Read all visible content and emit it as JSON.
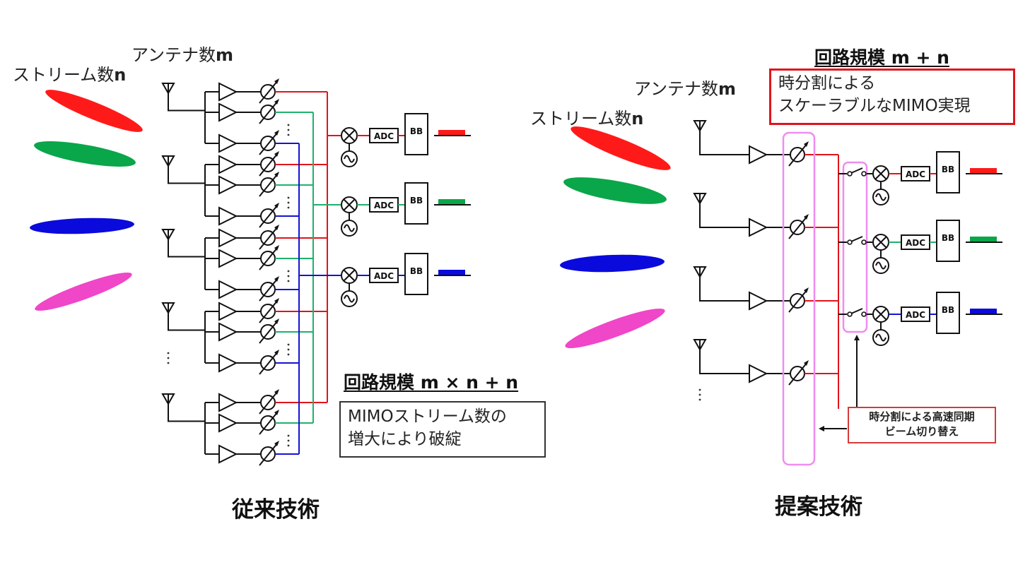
{
  "colors": {
    "stream1": "#ff1a1a",
    "stream2": "#0aa64a",
    "stream3": "#0a0adc",
    "stream4": "#f046c8",
    "wire_red": "#e0141c",
    "wire_green": "#1fb26a",
    "wire_blue": "#1414d2",
    "highlight_pink": "#f08cf0",
    "highlight_red": "#e0141c"
  },
  "conventional": {
    "antenna_label_prefix": "アンテナ数",
    "antenna_label_var": "m",
    "stream_label_prefix": "ストリーム数",
    "stream_label_var": "n",
    "scale_title": "回路規模 m × n + n",
    "note_line1": "MIMOストリーム数の",
    "note_line2": "増大により破綻",
    "caption": "従来技術",
    "adc_label": "ADC",
    "bb_label": "BB",
    "ellipsis": "⋮"
  },
  "proposed": {
    "antenna_label_prefix": "アンテナ数",
    "antenna_label_var": "m",
    "stream_label_prefix": "ストリーム数",
    "stream_label_var": "n",
    "scale_title": "回路規模 m + n",
    "highlight_line1": "時分割による",
    "highlight_line2": "スケーラブルなMIMO実現",
    "switch_note_line1": "時分割による高速同期",
    "switch_note_line2": "ビーム切り替え",
    "caption": "提案技術",
    "adc_label": "ADC",
    "bb_label": "BB",
    "ellipsis": "⋮"
  }
}
